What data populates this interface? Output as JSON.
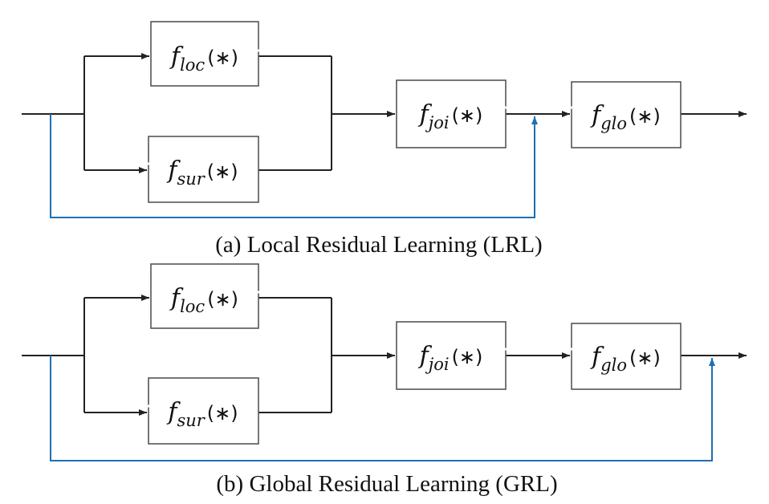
{
  "colors": {
    "residual_line": "#1f6fb2",
    "wire": "#222222",
    "box_border": "#555555"
  },
  "diagrams": [
    {
      "caption": "(a) Local Residual Learning (LRL)",
      "blocks": {
        "loc": {
          "symbol": "f",
          "sub": "loc",
          "arg": "(∗)"
        },
        "sur": {
          "symbol": "f",
          "sub": "sur",
          "arg": "(∗)"
        },
        "joi": {
          "symbol": "f",
          "sub": "joi",
          "arg": "(∗)"
        },
        "glo": {
          "symbol": "f",
          "sub": "glo",
          "arg": "(∗)"
        }
      }
    },
    {
      "caption": "(b) Global Residual Learning (GRL)",
      "blocks": {
        "loc": {
          "symbol": "f",
          "sub": "loc",
          "arg": "(∗)"
        },
        "sur": {
          "symbol": "f",
          "sub": "sur",
          "arg": "(∗)"
        },
        "joi": {
          "symbol": "f",
          "sub": "joi",
          "arg": "(∗)"
        },
        "glo": {
          "symbol": "f",
          "sub": "glo",
          "arg": "(∗)"
        }
      }
    }
  ]
}
